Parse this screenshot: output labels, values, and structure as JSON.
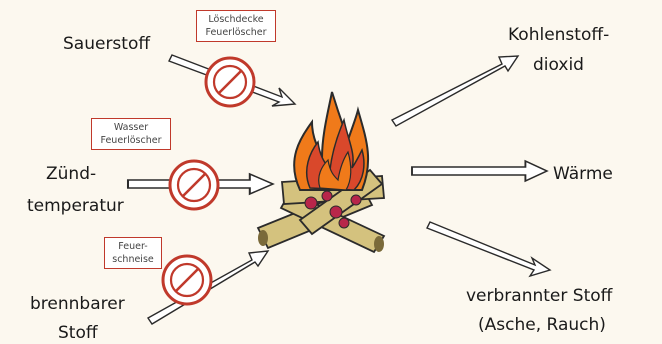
{
  "inputs": {
    "oxygen": "Sauerstoff",
    "ignition_1": "Zünd-",
    "ignition_2": "temperatur",
    "fuel_1": "brennbarer",
    "fuel_2": "Stoff"
  },
  "extinguish": {
    "oxygen_1": "Löschdecke",
    "oxygen_2": "Feuerlöscher",
    "ignition_1": "Wasser",
    "ignition_2": "Feuerlöscher",
    "fuel_1": "Feuer-",
    "fuel_2": "schneise"
  },
  "outputs": {
    "co2_1": "Kohlenstoff-",
    "co2_2": "dioxid",
    "heat": "Wärme",
    "residue_1": "verbrannter Stoff",
    "residue_2": "(Asche, Rauch)"
  },
  "colors": {
    "prohibit": "#c0392b",
    "flame_outer": "#f07a1a",
    "flame_inner": "#d9482b",
    "wood": "#d4c27e",
    "ember": "#b8264a"
  },
  "icons": [
    "prohibition-icon",
    "fire-icon"
  ]
}
